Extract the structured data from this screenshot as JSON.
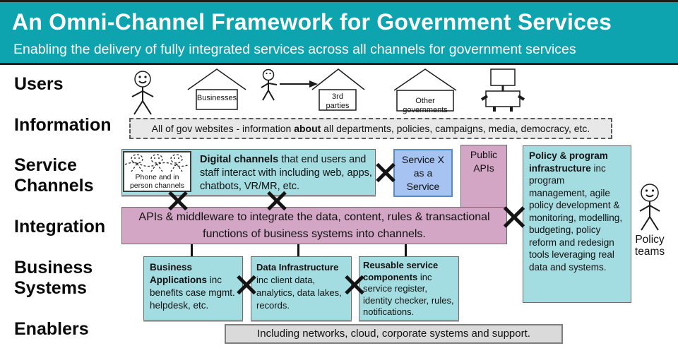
{
  "colors": {
    "header_bg": "#0ea4af",
    "teal_box": "#a4dde1",
    "pink_box": "#d3a6c6",
    "blue_box": "#a6c3f2",
    "info_box": "#e8e8e8",
    "enablers_box": "#dadada"
  },
  "header": {
    "title": "An Omni-Channel Framework for Government Services",
    "subtitle": "Enabling the delivery of fully integrated services across all channels for government services"
  },
  "rows": {
    "users": "Users",
    "information": "Information",
    "service": "Service",
    "channels": "Channels",
    "integration": "Integration",
    "business": "Business",
    "systems": "Systems",
    "enablers": "Enablers"
  },
  "users_row": {
    "businesses": "Businesses",
    "third_parties": [
      "3rd",
      "parties"
    ],
    "other_governments": [
      "Other",
      "governments"
    ]
  },
  "information_row": {
    "prefix": "All of gov websites - information ",
    "bold": "about",
    "suffix": " all departments, policies, campaigns, media, democracy, etc."
  },
  "service_channels_row": {
    "phone_box": [
      "Phone and in",
      "person channels"
    ],
    "digital_bold": "Digital channels",
    "digital_rest": " that end users and staff interact with including web, apps, chatbots, VR/MR, etc.",
    "service_x": [
      "Service X",
      "as a",
      "Service"
    ],
    "public_apis": "Public APIs",
    "policy_bold": "Policy & program infrastructure",
    "policy_rest": " inc program management, agile policy development & monitoring, modelling, budgeting, policy reform and redesign tools leveraging real data and systems.",
    "policy_teams": [
      "Policy",
      "teams"
    ]
  },
  "integration_row": {
    "text": "APIs & middleware to integrate the data, content, rules & transactional functions of business systems into channels."
  },
  "business_row": {
    "boxes": [
      {
        "bold": "Business Applications",
        "rest": " inc benefits case mgmt. helpdesk, etc."
      },
      {
        "bold": "Data Infrastructure",
        "rest": " inc client data, analytics, data lakes, records."
      },
      {
        "bold": "Reusable service components",
        "rest": " inc service register, identity checker, rules, notifications."
      }
    ]
  },
  "enablers_row": {
    "text": "Including networks, cloud, corporate systems and support."
  }
}
